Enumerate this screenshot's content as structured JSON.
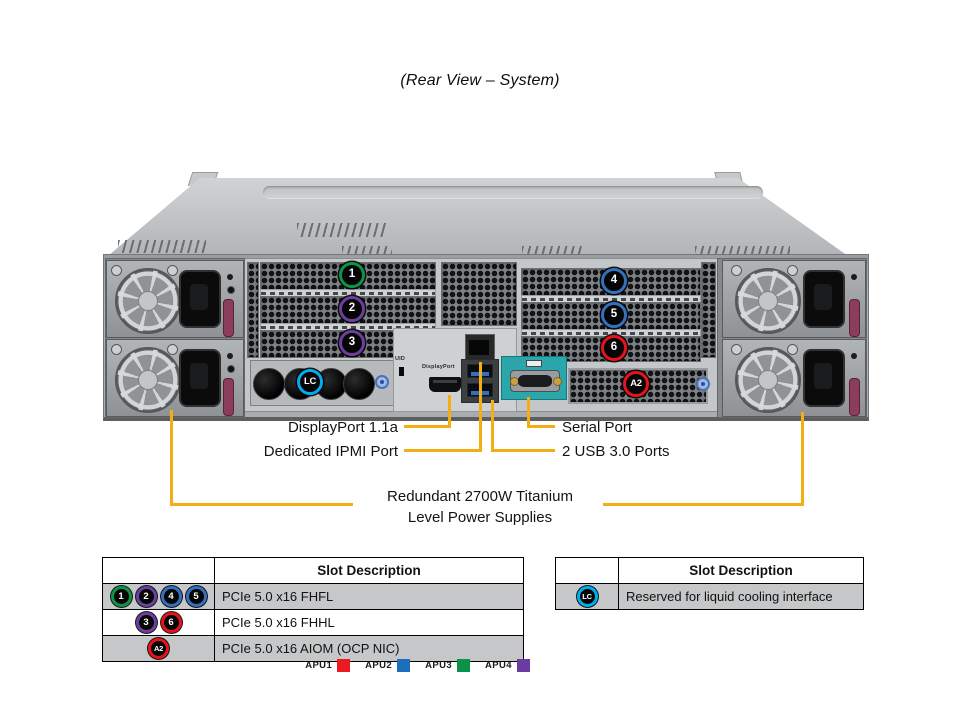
{
  "title": "(Rear View – System)",
  "badges": {
    "1": {
      "label": "1",
      "color": "#0e9347"
    },
    "2": {
      "label": "2",
      "color": "#6c3f9e"
    },
    "3": {
      "label": "3",
      "color": "#6c3f9e"
    },
    "4": {
      "label": "4",
      "color": "#3470bd"
    },
    "5": {
      "label": "5",
      "color": "#3470bd"
    },
    "6": {
      "label": "6",
      "color": "#e6131b"
    },
    "A2": {
      "label": "A2",
      "color": "#e6131b"
    },
    "LC": {
      "label": "LC",
      "color": "#00aeef"
    }
  },
  "panel_labels": {
    "uid": "UID",
    "displayport": "DisplayPort"
  },
  "callouts": {
    "displayport": "DisplayPort 1.1a",
    "ipmi": "Dedicated IPMI Port",
    "serial": "Serial Port",
    "usb": "2 USB 3.0 Ports",
    "power_line1": "Redundant 2700W Titanium",
    "power_line2": "Level Power Supplies"
  },
  "tables": {
    "left": {
      "header": "Slot Description",
      "rows": [
        {
          "badges": [
            "1",
            "2",
            "4",
            "5"
          ],
          "description": "PCIe 5.0 x16 FHFL"
        },
        {
          "badges": [
            "3",
            "6"
          ],
          "description": "PCIe 5.0 x16 FHHL"
        },
        {
          "badges": [
            "A2"
          ],
          "description": "PCIe 5.0 x16 AIOM (OCP NIC)"
        }
      ]
    },
    "right": {
      "header": "Slot Description",
      "rows": [
        {
          "badges": [
            "LC"
          ],
          "description": "Reserved for liquid cooling interface"
        }
      ]
    }
  },
  "legend": [
    {
      "label": "APU1",
      "color": "#ec1b23"
    },
    {
      "label": "APU2",
      "color": "#1c6fbf"
    },
    {
      "label": "APU3",
      "color": "#0b9148"
    },
    {
      "label": "APU4",
      "color": "#6d3ca3"
    }
  ],
  "line_color": "#f2ae14"
}
